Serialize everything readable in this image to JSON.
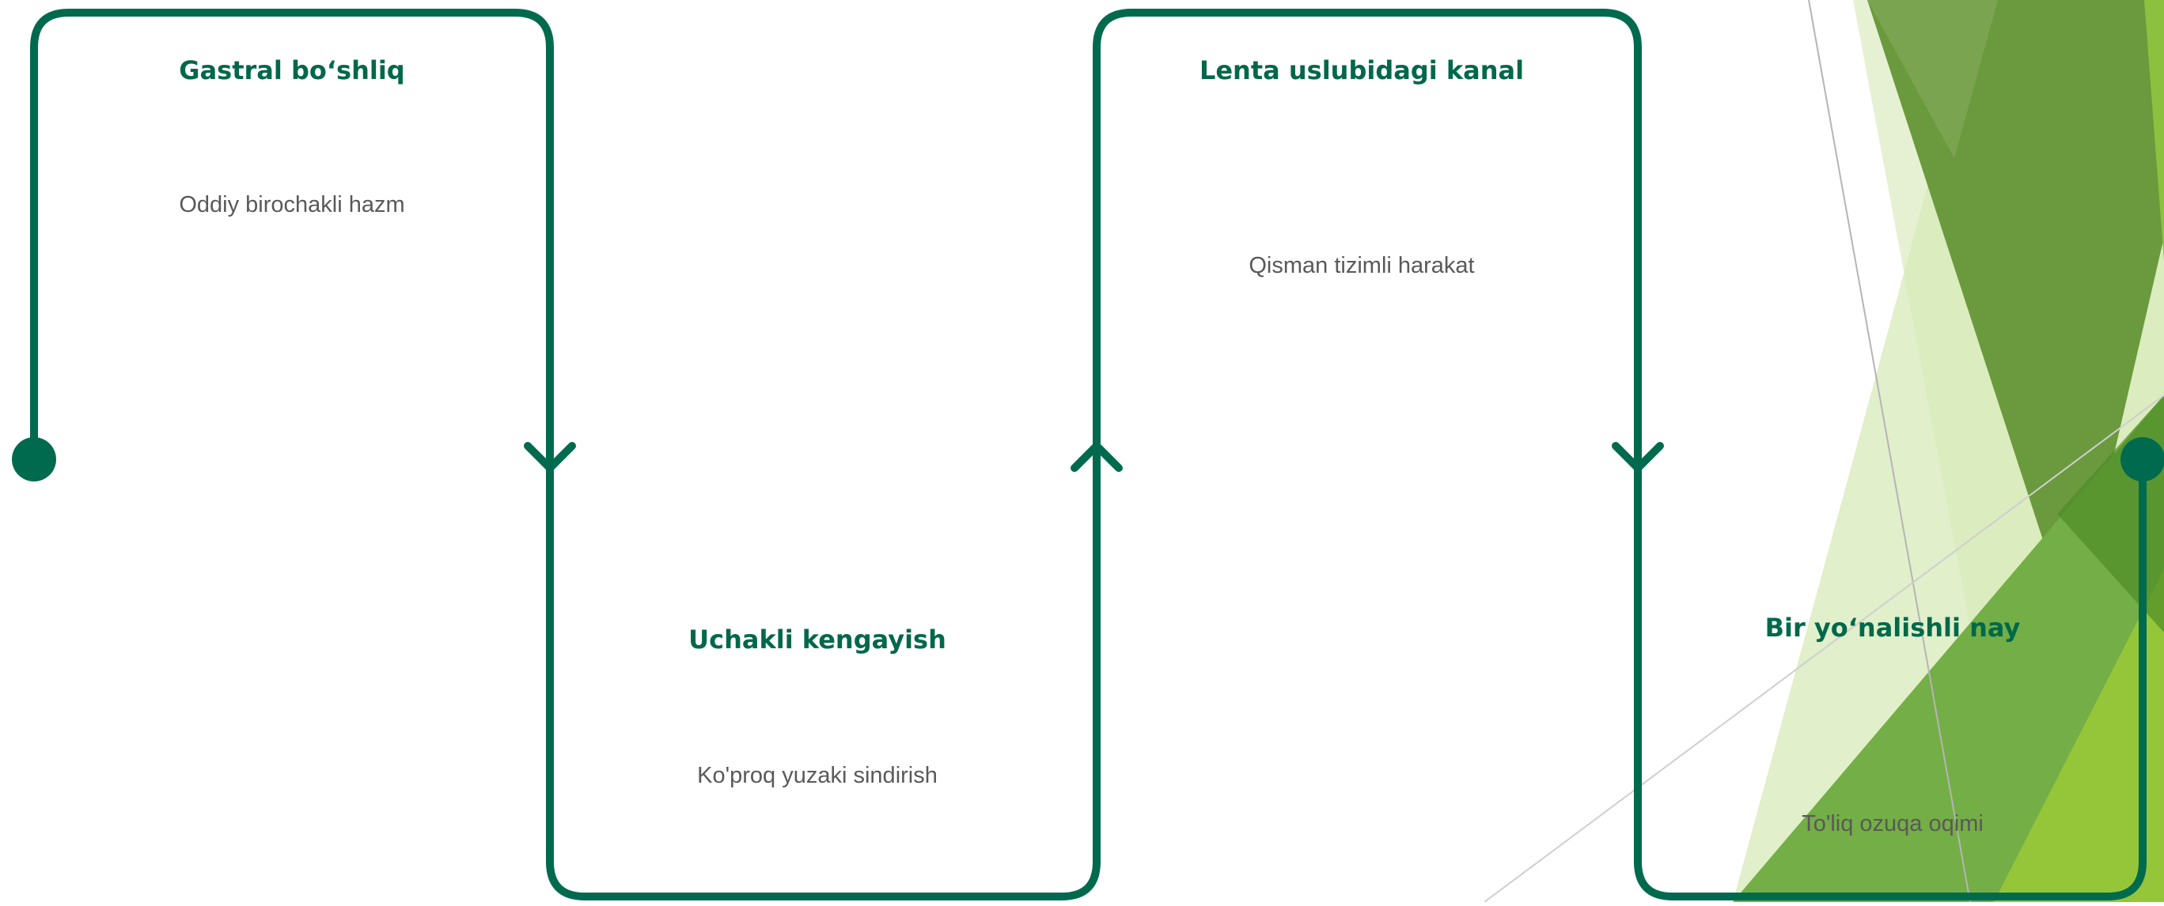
{
  "colors": {
    "path": "#006a4e",
    "title": "#00684a",
    "text": "#595959",
    "decor_dark": "#5b8f2e",
    "decor_mid": "#76b041",
    "decor_light": "#c9e29c"
  },
  "steps": [
    {
      "title": "Gastral bo‘shliq",
      "description": "Oddiy birochakli hazm"
    },
    {
      "title": "Uchakli kengayish",
      "description": "Ko'proq yuzaki sindirish"
    },
    {
      "title": "Lenta uslubidagi kanal",
      "description": "Qisman tizimli harakat"
    },
    {
      "title": "Bir yo‘nalishli nay",
      "description": "To'liq ozuqa oqimi"
    }
  ]
}
